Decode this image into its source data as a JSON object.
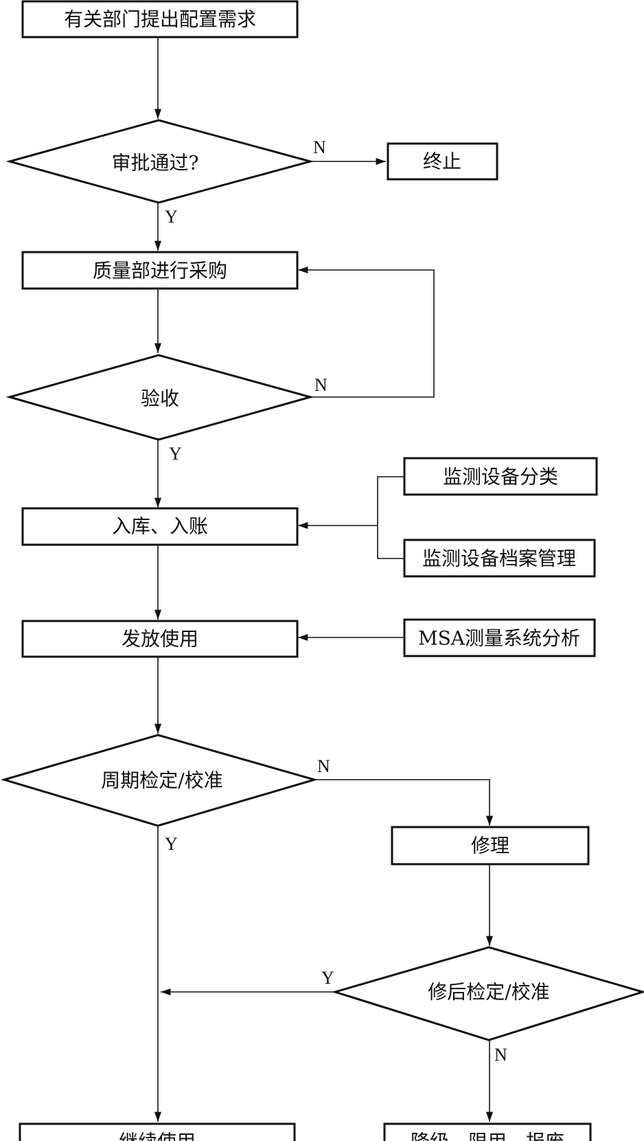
{
  "nodes": {
    "request": "有关部门提出配置需求",
    "approve": "审批通过?",
    "terminate": "终止",
    "purchase": "质量部进行采购",
    "acceptance": "验收",
    "classify": "监测设备分类",
    "archive": "监测设备档案管理",
    "stock": "入库、入账",
    "msa": "MSA测量系统分析",
    "issue": "发放使用",
    "periodic": "周期检定/校准",
    "repair": "修理",
    "post_repair": "修后检定/校准",
    "continue": "继续使用",
    "downgrade": "降级、限用、报废"
  },
  "labels": {
    "approve_no": "N",
    "approve_yes": "Y",
    "acceptance_no": "N",
    "acceptance_yes": "Y",
    "periodic_no": "N",
    "periodic_yes": "Y",
    "post_repair_yes": "Y",
    "post_repair_no": "N"
  }
}
